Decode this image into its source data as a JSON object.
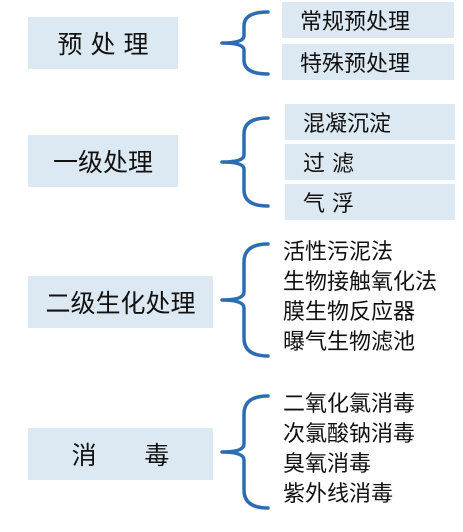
{
  "categories": [
    {
      "label": "预 处 理",
      "items": [
        "常规预处理",
        "特殊预处理"
      ]
    },
    {
      "label": "一级处理",
      "items": [
        "混凝沉淀",
        "过  滤",
        "气  浮"
      ]
    },
    {
      "label": "二级生化处理",
      "items": [
        "活性污泥法",
        "生物接触氧化法",
        "膜生物反应器",
        "曝气生物滤池"
      ]
    },
    {
      "label": "消      毒",
      "items": [
        "二氧化氯消毒",
        "次氯酸钠消毒",
        "臭氧消毒",
        "紫外线消毒"
      ]
    }
  ],
  "colors": {
    "box_fill": "#dde9f2",
    "bracket_stroke": "#2b6cb3",
    "text": "#111111"
  }
}
